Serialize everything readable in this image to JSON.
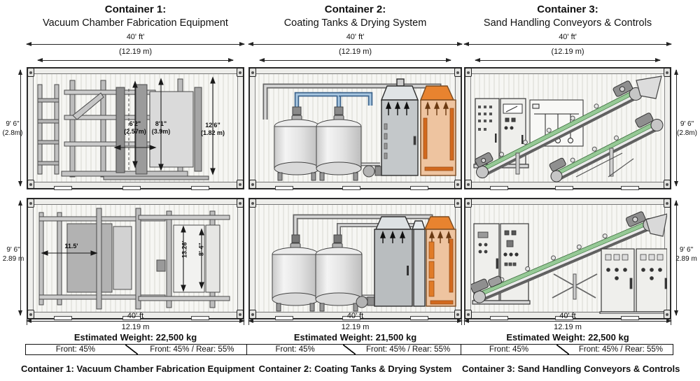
{
  "containers": [
    {
      "title": "Container 1:",
      "subtitle": "Vacuum Chamber Fabrication Equipment",
      "top_width_ft": "40' ft'",
      "top_width_m": "(12.19 m)",
      "bottom_width_ft": "40' ft",
      "bottom_width_m": "12.19 m",
      "estimated_weight": "Estimated Weight: 22,500 kg",
      "load_front": "Front: 45%",
      "load_front_rear": "Front: 45% / Rear: 55%",
      "caption": "Container 1: Vacuum Chamber Fabrication Equipment"
    },
    {
      "title": "Container 2:",
      "subtitle": "Coating Tanks & Drying System",
      "top_width_ft": "40' ft'",
      "top_width_m": "(12.19 m)",
      "bottom_width_ft": "40' ft",
      "bottom_width_m": "12.19 m",
      "estimated_weight": "Estimated Weight: 21,500 kg",
      "load_front": "Front: 45%",
      "load_front_rear": "Front: 45% / Rear: 55%",
      "caption": "Container 2: Coating Tanks & Drying System"
    },
    {
      "title": "Container 3:",
      "subtitle": "Sand Handling Conveyors & Controls",
      "top_width_ft": "40' ft'",
      "top_width_m": "(12.19 m)",
      "bottom_width_ft": "40' ft",
      "bottom_width_m": "12.19 m",
      "estimated_weight": "Estimated Weight: 22,500 kg",
      "load_front": "Front: 45%",
      "load_front_rear": "Front: 45% / Rear: 55%",
      "caption": "Container 3: Sand Handling Conveyors & Controls"
    }
  ],
  "side_dimensions": {
    "top_left": {
      "ft": "9' 6\"",
      "m": "(2.8m)"
    },
    "top_right": {
      "ft": "9' 6\"",
      "m": "(2.8m)"
    },
    "bottom_left": {
      "ft": "9' 6\"",
      "m": "2.89 m"
    },
    "bottom_right": {
      "ft": "9' 6\"",
      "m": "2.89 m"
    }
  },
  "equipment_dimensions": {
    "c1_top": [
      {
        "ft": "6'2\"",
        "m": "(2.57m)"
      },
      {
        "ft": "8'1\"",
        "m": "(3.9m)"
      },
      {
        "ft": "12'6\"",
        "m": "(1.82 m)"
      }
    ],
    "c1_bottom": {
      "width": "11.5'",
      "height_a": "13.26'",
      "height_b": "8' 4\""
    }
  },
  "colors": {
    "line": "#222222",
    "conveyor_green": "#96c996",
    "dryer_orange": "#e8832f",
    "pipe_blue": "#a9c8e2",
    "cabinet_gray": "#c4c8ca"
  }
}
